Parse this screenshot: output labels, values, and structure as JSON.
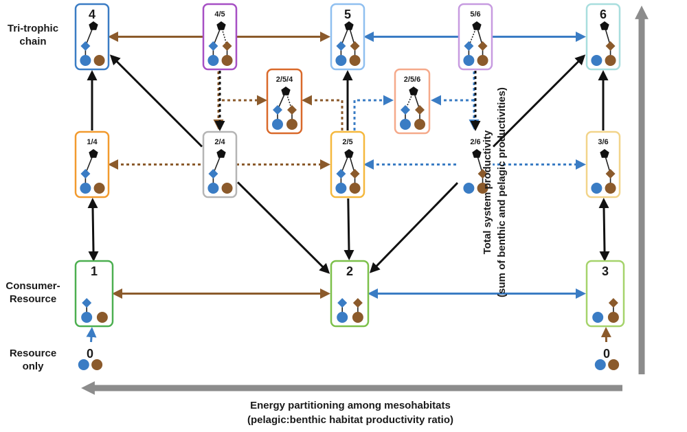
{
  "row_labels": {
    "tri_trophic": [
      "Tri-trophic",
      "chain"
    ],
    "consumer_resource": [
      "Consumer-",
      "Resource"
    ],
    "resource_only": [
      "Resource",
      "only"
    ]
  },
  "x_axis_label": [
    "Energy partitioning among mesohabitats",
    "(pelagic:benthic habitat productivity ratio)"
  ],
  "y_axis_label": [
    "Total system productivity",
    "(sum of benthic and pelagic productivities)"
  ],
  "colors": {
    "pelagic": "#3a7cc4",
    "benthic": "#8b5a2b",
    "transition_black": "#111111",
    "axis_gray": "#8c8c8c"
  },
  "nodes": [
    {
      "id": "0L",
      "label": "0",
      "border": "#ffffff",
      "web": "resource"
    },
    {
      "id": "0R",
      "label": "0",
      "border": "#ffffff",
      "web": "resource"
    },
    {
      "id": "1",
      "label": "1",
      "border": "#4caf50",
      "web": "pel_consumer"
    },
    {
      "id": "2",
      "label": "2",
      "border": "#7cc04a",
      "web": "both_consumers"
    },
    {
      "id": "3",
      "label": "3",
      "border": "#a5d36b",
      "web": "ben_consumer"
    },
    {
      "id": "1/4",
      "label": "1/4",
      "border": "#f29a2e",
      "web": "pel_chain"
    },
    {
      "id": "2/4",
      "label": "2/4",
      "border": "#b5b5b5",
      "web": "pred_pel"
    },
    {
      "id": "2/5",
      "label": "2/5",
      "border": "#f5b83d",
      "web": "pred_both_arms"
    },
    {
      "id": "2/6",
      "label": "2/6",
      "border": "#ffffff",
      "web": "pred_ben"
    },
    {
      "id": "3/6",
      "label": "3/6",
      "border": "#f2d48a",
      "web": "ben_chain"
    },
    {
      "id": "2/5/4",
      "label": "2/5/4",
      "border": "#d9692a",
      "web": "pred_both_arms_pel"
    },
    {
      "id": "2/5/6",
      "label": "2/5/6",
      "border": "#f5a98a",
      "web": "pred_both_arms_ben"
    },
    {
      "id": "4",
      "label": "4",
      "border": "#3a7cc4",
      "web": "pred_pel"
    },
    {
      "id": "4/5",
      "label": "4/5",
      "border": "#a64fc4",
      "web": "pred_both_ben_dotted"
    },
    {
      "id": "5",
      "label": "5",
      "border": "#8fbff0",
      "web": "pred_both"
    },
    {
      "id": "5/6",
      "label": "5/6",
      "border": "#c79be0",
      "web": "pred_both_pel_dotted"
    },
    {
      "id": "6",
      "label": "6",
      "border": "#a8dede",
      "web": "pred_ben"
    }
  ],
  "transitions": [
    {
      "from": "1",
      "to": "2",
      "kind": "benthic_solid",
      "heads": "both"
    },
    {
      "from": "2",
      "to": "3",
      "kind": "pelagic_solid",
      "heads": "both"
    },
    {
      "from": "4",
      "to": "5",
      "kind": "benthic_solid",
      "heads": "both"
    },
    {
      "from": "5",
      "to": "6",
      "kind": "pelagic_solid",
      "heads": "both"
    },
    {
      "from": "1/4",
      "to": "2/5",
      "kind": "benthic_dotted",
      "heads": "both"
    },
    {
      "from": "2/5",
      "to": "3/6",
      "kind": "pelagic_dotted",
      "heads": "both"
    },
    {
      "from": "1",
      "to": "1/4",
      "kind": "black_solid",
      "heads": "both"
    },
    {
      "from": "1/4",
      "to": "4",
      "kind": "black_solid",
      "heads": "end"
    },
    {
      "from": "3",
      "to": "3/6",
      "kind": "black_solid",
      "heads": "both"
    },
    {
      "from": "3/6",
      "to": "6",
      "kind": "black_solid",
      "heads": "end"
    },
    {
      "from": "2/4",
      "to": "4",
      "kind": "black_solid",
      "heads": "end"
    },
    {
      "from": "2/4",
      "to": "2",
      "kind": "black_solid",
      "heads": "end"
    },
    {
      "from": "2/6",
      "to": "6",
      "kind": "black_solid",
      "heads": "end"
    },
    {
      "from": "2/6",
      "to": "2",
      "kind": "black_solid",
      "heads": "end"
    },
    {
      "from": "2/5",
      "to": "5",
      "kind": "black_solid",
      "heads": "end"
    },
    {
      "from": "2/5",
      "to": "2",
      "kind": "black_solid",
      "heads": "end"
    },
    {
      "from": "0L",
      "to": "1",
      "kind": "pelagic_solid",
      "heads": "end"
    },
    {
      "from": "0R",
      "to": "3",
      "kind": "benthic_solid",
      "heads": "end"
    },
    {
      "from": "4/5",
      "to": "2/4",
      "kind": "black_dotted",
      "heads": "end"
    },
    {
      "from": "5/6",
      "to": "2/6",
      "kind": "black_dotted",
      "heads": "end"
    }
  ]
}
